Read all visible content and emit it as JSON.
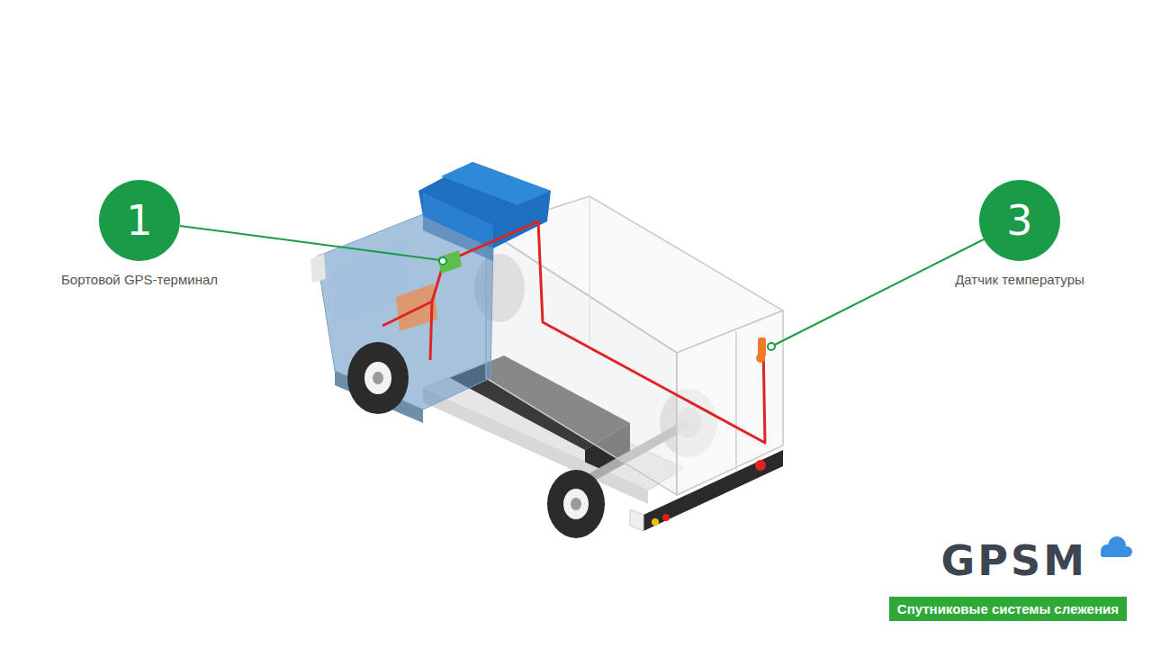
{
  "diagram": {
    "nodes": [
      {
        "text": [
          "1",
          "Бортовой GPS-терминал"
        ]
      },
      {
        "text": [
          "3",
          "Датчик температуры"
        ]
      },
      {
        "text": [
          "Спутниковые системы слежения"
        ]
      }
    ],
    "labels": [
      "GPSM"
    ]
  }
}
